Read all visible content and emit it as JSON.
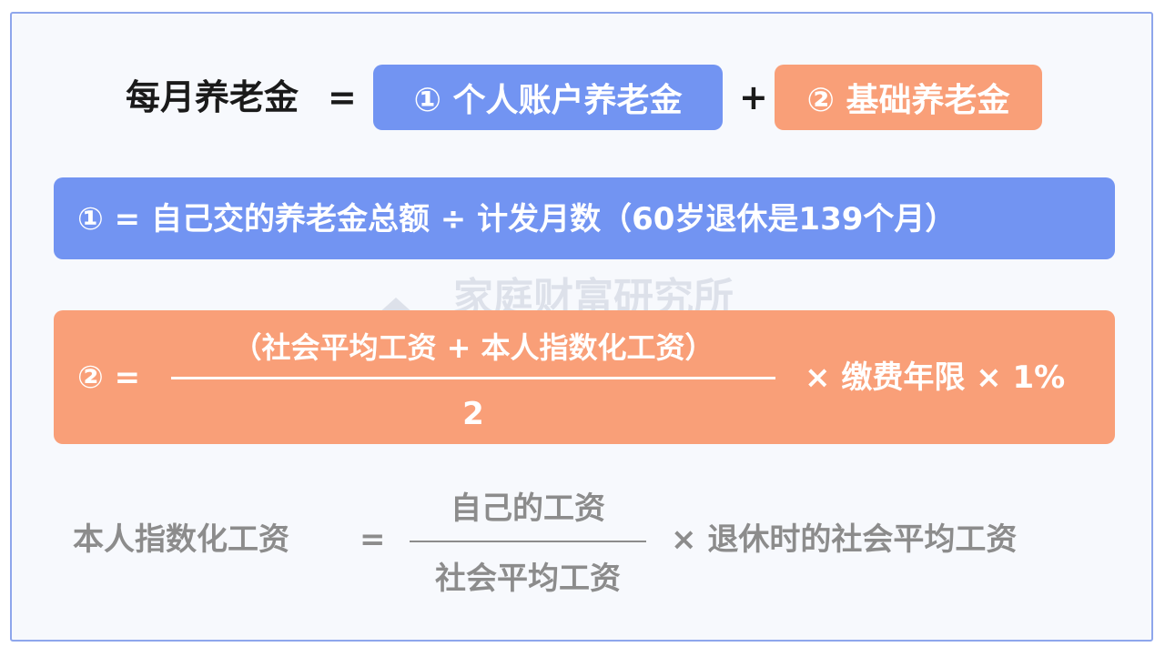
{
  "row1": {
    "label": "每月养老金",
    "equals": "=",
    "part1": "① 个人账户养老金",
    "plus": "+",
    "part2": "② 基础养老金",
    "colors": {
      "blue": "#7294f2",
      "orange": "#f99f78"
    }
  },
  "row2": {
    "text": "① = 自己交的养老金总额 ÷ 计发月数（60岁退休是139个月）"
  },
  "row3": {
    "prefix": "② =",
    "numerator": "（社会平均工资 + 本人指数化工资）",
    "denominator": "2",
    "suffix": "× 缴费年限 × 1%"
  },
  "row4": {
    "label": "本人指数化工资",
    "equals": "=",
    "numerator": "自己的工资",
    "denominator": "社会平均工资",
    "suffix": "×  退休时的社会平均工资"
  },
  "watermark": {
    "title": "家庭财富研究所",
    "subtitle": "HOUSE          TH",
    "icon": "house-logo-icon"
  }
}
